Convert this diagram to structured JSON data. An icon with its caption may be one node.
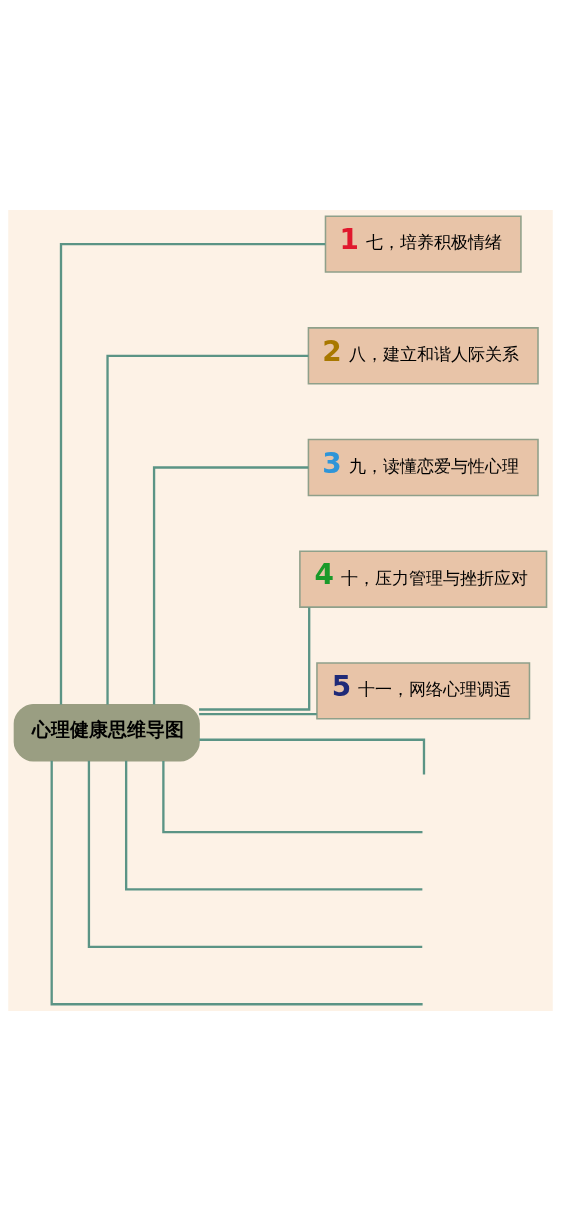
{
  "diagram": {
    "nodes": [
      {
        "text": [
          "心理健康思维导图"
        ]
      },
      {
        "text": [
          "1",
          "七，培养积极情绪"
        ]
      },
      {
        "text": [
          "2",
          "八，建立和谐人际关系"
        ]
      },
      {
        "text": [
          "3",
          "九，读懂恋爱与性心理"
        ]
      },
      {
        "text": [
          "4",
          "十，压力管理与挫折应对"
        ]
      },
      {
        "text": [
          "5",
          "十一，网络心理调适"
        ]
      }
    ],
    "edges": [
      {
        "from": 0,
        "to": 1,
        "arrow": "none"
      },
      {
        "from": 0,
        "to": 2,
        "arrow": "none"
      },
      {
        "from": 0,
        "to": 3,
        "arrow": "none"
      },
      {
        "from": 0,
        "to": 4,
        "arrow": "none"
      },
      {
        "from": 0,
        "to": 5,
        "arrow": "none"
      },
      {
        "from": 0,
        "to": null,
        "arrow": "none"
      },
      {
        "from": 0,
        "to": null,
        "arrow": "none"
      },
      {
        "from": 0,
        "to": null,
        "arrow": "none"
      },
      {
        "from": 0,
        "to": null,
        "arrow": "none"
      },
      {
        "from": 0,
        "to": null,
        "arrow": "none"
      }
    ]
  }
}
